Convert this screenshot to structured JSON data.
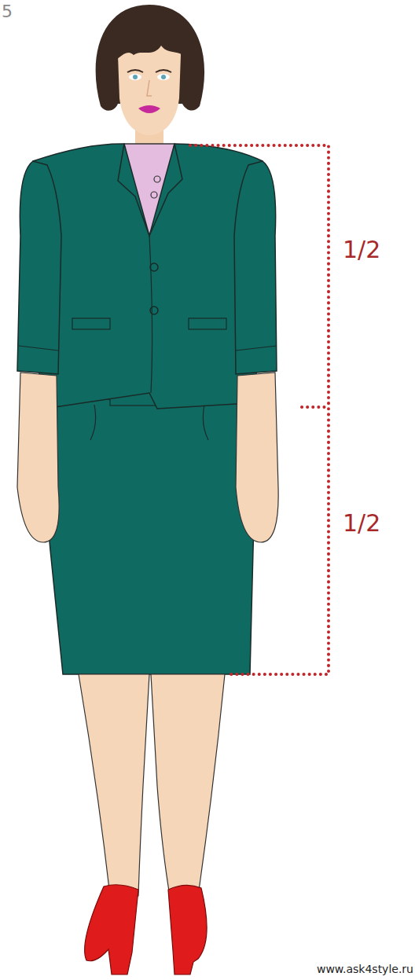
{
  "diagram": {
    "labels": [
      "5",
      "1/2",
      "1/2",
      "www.ask4style.ru"
    ]
  }
}
